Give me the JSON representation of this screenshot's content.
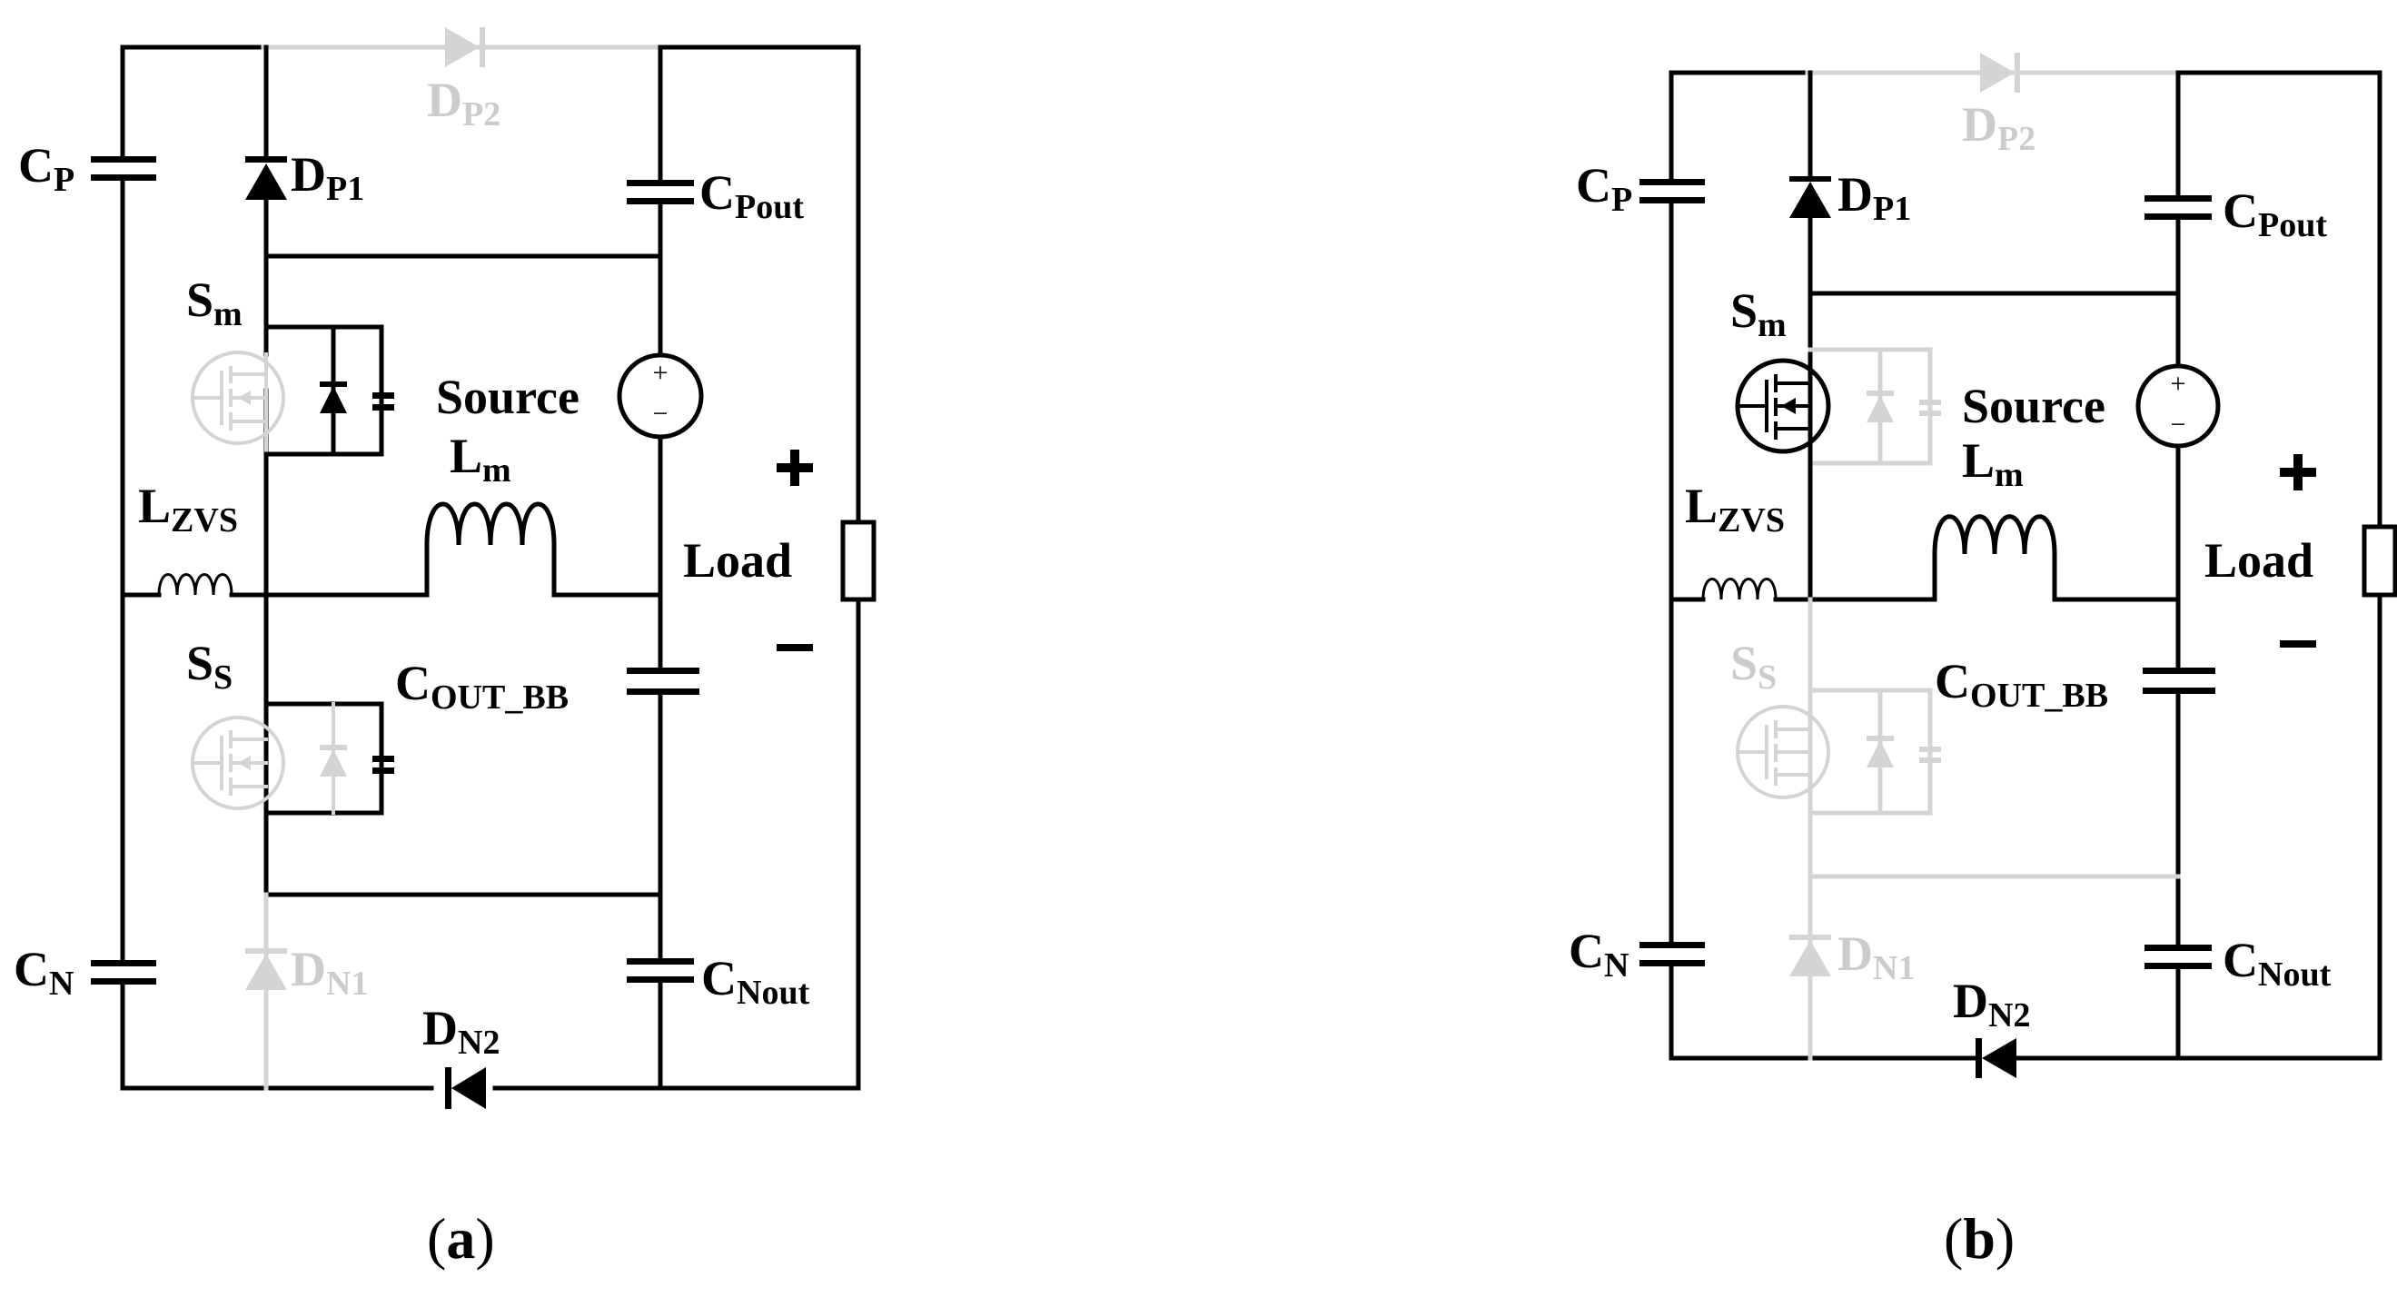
{
  "panels": [
    {
      "id": "a",
      "caption_open": "(",
      "caption_letter": "a",
      "caption_close": ")",
      "labels": {
        "cp": "C",
        "cp_sub": "P",
        "dp2": "D",
        "dp2_sub": "P2",
        "dp1": "D",
        "dp1_sub": "P1",
        "cpout": "C",
        "cpout_sub": "Pout",
        "sm": "S",
        "sm_sub": "m",
        "source": "Source",
        "lm": "L",
        "lm_sub": "m",
        "lzvs": "L",
        "lzvs_sub": "ZVS",
        "load": "Load",
        "plus": "+",
        "minus": "−",
        "ss": "S",
        "ss_sub": "S",
        "coutbb": "C",
        "coutbb_sub": "OUT_BB",
        "cn": "C",
        "cn_sub": "N",
        "dn1": "D",
        "dn1_sub": "N1",
        "cnout": "C",
        "cnout_sub": "Nout",
        "dn2": "D",
        "dn2_sub": "N2"
      }
    },
    {
      "id": "b",
      "caption_open": "(",
      "caption_letter": "b",
      "caption_close": ")",
      "labels": {
        "cp": "C",
        "cp_sub": "P",
        "dp2": "D",
        "dp2_sub": "P2",
        "dp1": "D",
        "dp1_sub": "P1",
        "cpout": "C",
        "cpout_sub": "Pout",
        "sm": "S",
        "sm_sub": "m",
        "source": "Source",
        "lm": "L",
        "lm_sub": "m",
        "lzvs": "L",
        "lzvs_sub": "ZVS",
        "load": "Load",
        "plus": "+",
        "minus": "−",
        "ss": "S",
        "ss_sub": "S",
        "coutbb": "C",
        "coutbb_sub": "OUT_BB",
        "cn": "C",
        "cn_sub": "N",
        "dn1": "D",
        "dn1_sub": "N1",
        "cnout": "C",
        "cnout_sub": "Nout",
        "dn2": "D",
        "dn2_sub": "N2"
      }
    }
  ]
}
